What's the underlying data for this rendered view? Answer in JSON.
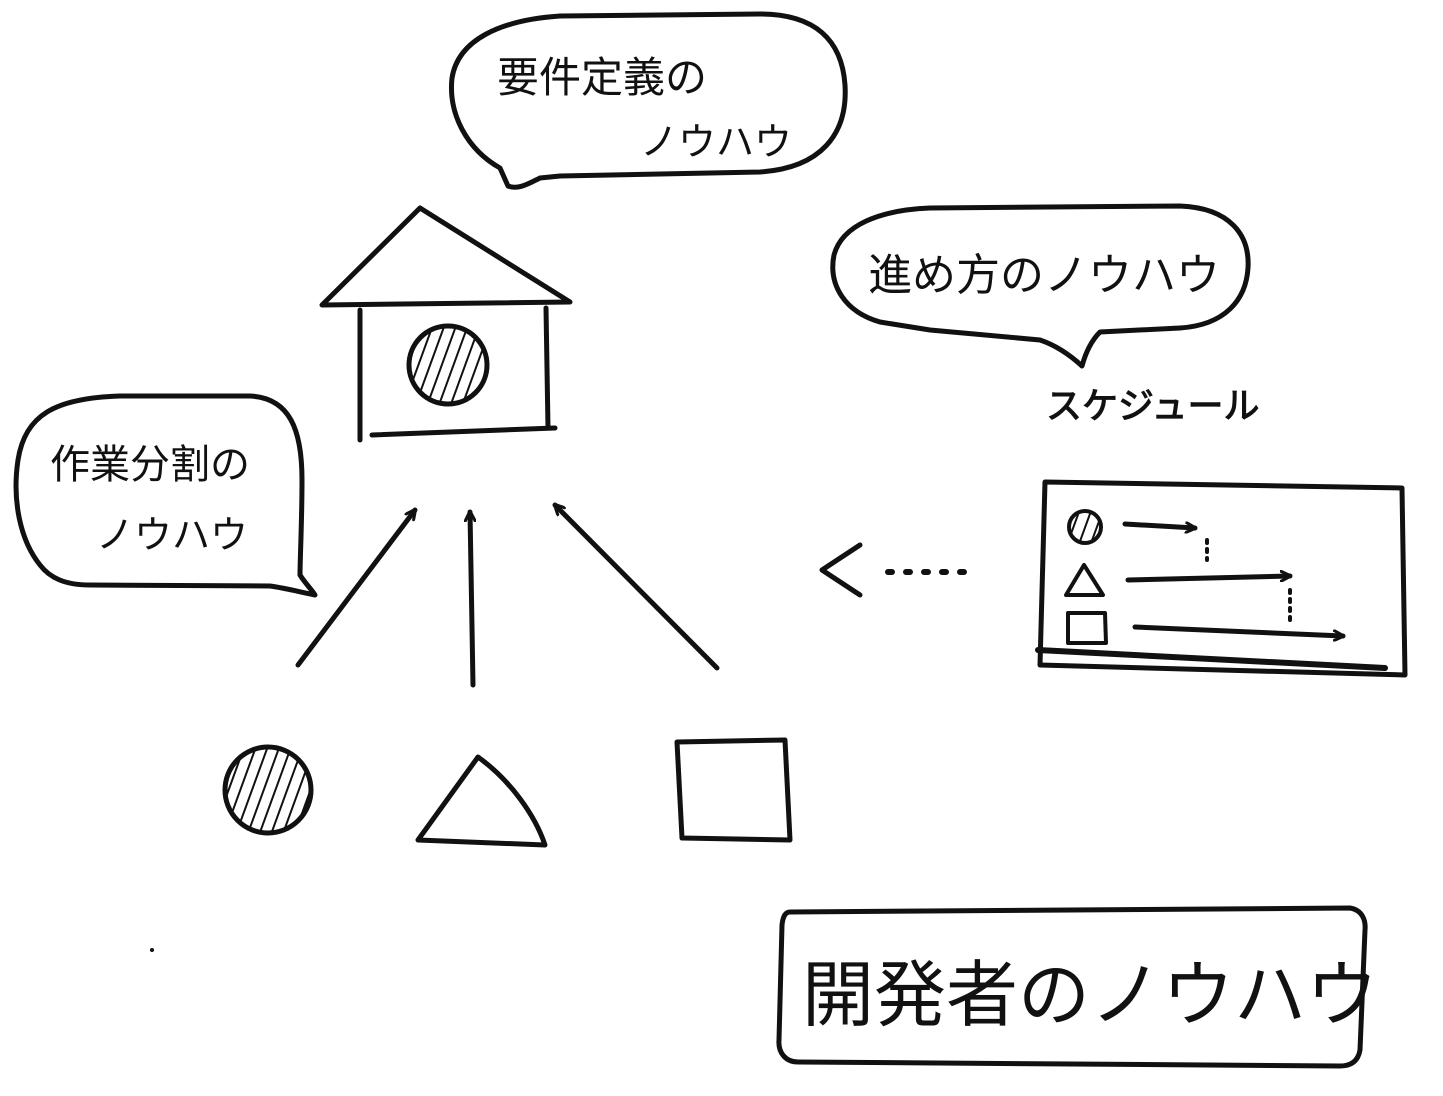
{
  "bubbles": {
    "requirements": {
      "line1": "要件定義の",
      "line2": "ノウハウ"
    },
    "progress": {
      "line1": "進め方のノウハウ"
    },
    "breakdown": {
      "line1": "作業分割の",
      "line2": "ノウハウ"
    }
  },
  "schedule_label": "スケジュール",
  "title": "開発者のノウハウ"
}
